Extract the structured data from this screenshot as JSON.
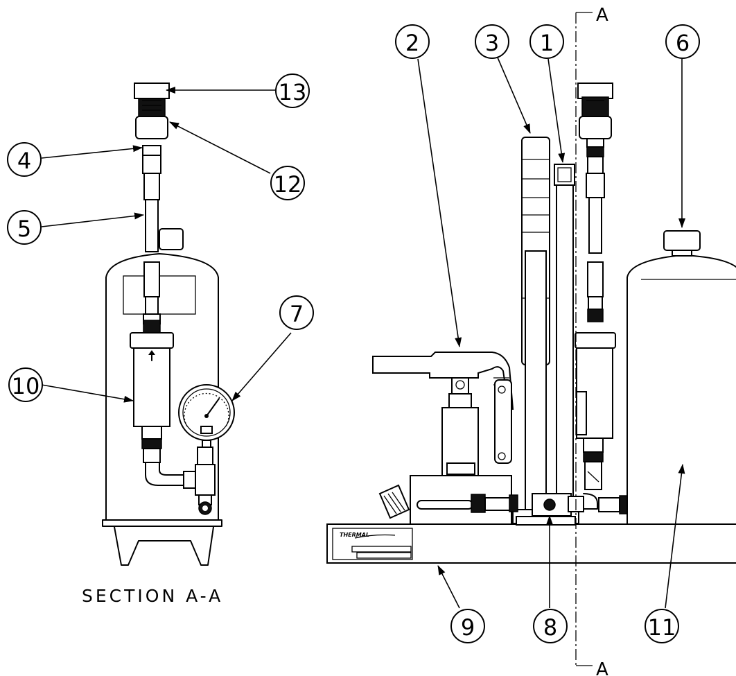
{
  "section_title": "SECTION A-A",
  "cut_markers": {
    "top": "A",
    "bottom": "A"
  },
  "balloons": {
    "left_view": [
      "13",
      "4",
      "12",
      "5",
      "7",
      "10"
    ],
    "right_view": [
      "2",
      "3",
      "1",
      "6",
      "9",
      "8",
      "11"
    ]
  },
  "brand_plate_text": "THERMAL"
}
